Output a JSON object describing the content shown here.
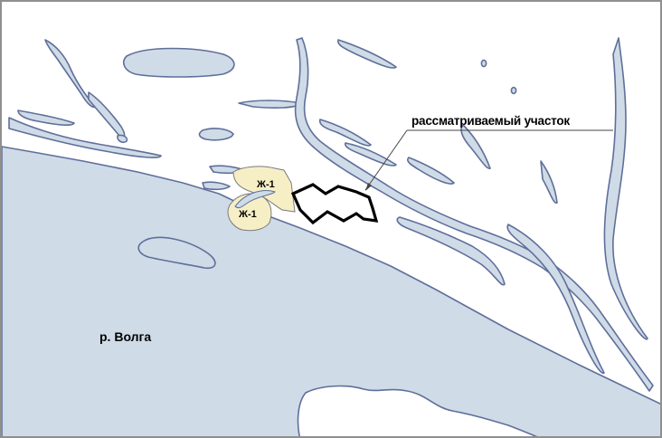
{
  "map": {
    "site_label": "рассматриваемый участок",
    "river_label": "р. Волга",
    "zone_labels": [
      "Ж-1",
      "Ж-1"
    ],
    "colors": {
      "water": "#cfdbe7",
      "shoreline": "#5f6f9a",
      "land": "#ffffff",
      "zone_fill": "#f6efc6",
      "zone_outline": "#7a7a7a",
      "site_outline": "#000000",
      "frame": "#8f8f8f"
    }
  }
}
